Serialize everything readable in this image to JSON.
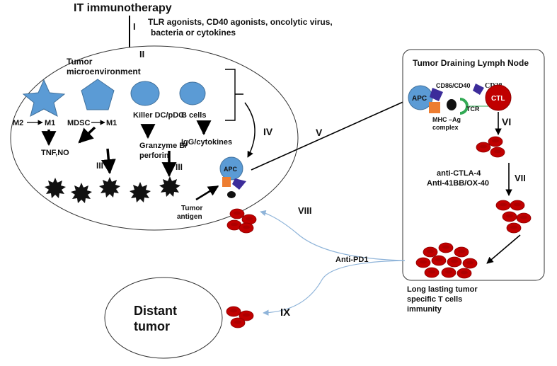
{
  "title": "IT immunotherapy",
  "step_labels": {
    "i": "I",
    "ii": "II",
    "iii_a": "III",
    "iii_b": "III",
    "iv": "IV",
    "v": "V",
    "vi": "VI",
    "vii": "VII",
    "viii": "VIII",
    "ix": "IX"
  },
  "agents": {
    "line1": "TLR agonists, CD40 agonists, oncolytic virus,",
    "line2": "bacteria or cytokines"
  },
  "tumor_microenvironment": {
    "label_line1": "Tumor",
    "label_line2": "microenvironment",
    "m2": "M2",
    "m1_a": "M1",
    "mdsc": "MDSC",
    "m1_b": "M1",
    "killer_dc": "Killer DC/pDC",
    "b_cells": "B cells",
    "tnf_no": "TNF,NO",
    "granzyme_line1": "Granzyme B/",
    "granzyme_line2": "perforin",
    "igg": "IgG/cytokines",
    "apc": "APC",
    "tumor_antigen_line1": "Tumor",
    "tumor_antigen_line2": "antigen"
  },
  "lymph_node": {
    "title": "Tumor Draining Lymph Node",
    "apc": "APC",
    "cd86_cd40": "CD86/CD40",
    "cd28": "CD28",
    "ctl": "CTL",
    "tcr": "TCR",
    "mhc_line1": "MHC  –Ag",
    "mhc_line2": "complex",
    "checkpoint_line1": "anti-CTLA-4",
    "checkpoint_line2": "Anti-41BB/OX-40"
  },
  "anti_pd1": "Anti-PD1",
  "immunity": {
    "line1": "Long lasting tumor",
    "line2": "specific T cells",
    "line3": "immunity"
  },
  "distant_tumor": {
    "line1": "Distant",
    "line2": "tumor"
  },
  "colors": {
    "cell_blue": "#5b9bd5",
    "cell_outline": "#41719c",
    "t_cell_red": "#c00000",
    "receptor_purple": "#3c2c9a",
    "mhc_orange": "#ed7d31",
    "tcr_green": "#33aa55",
    "flow_line": "#8fb4d9"
  }
}
